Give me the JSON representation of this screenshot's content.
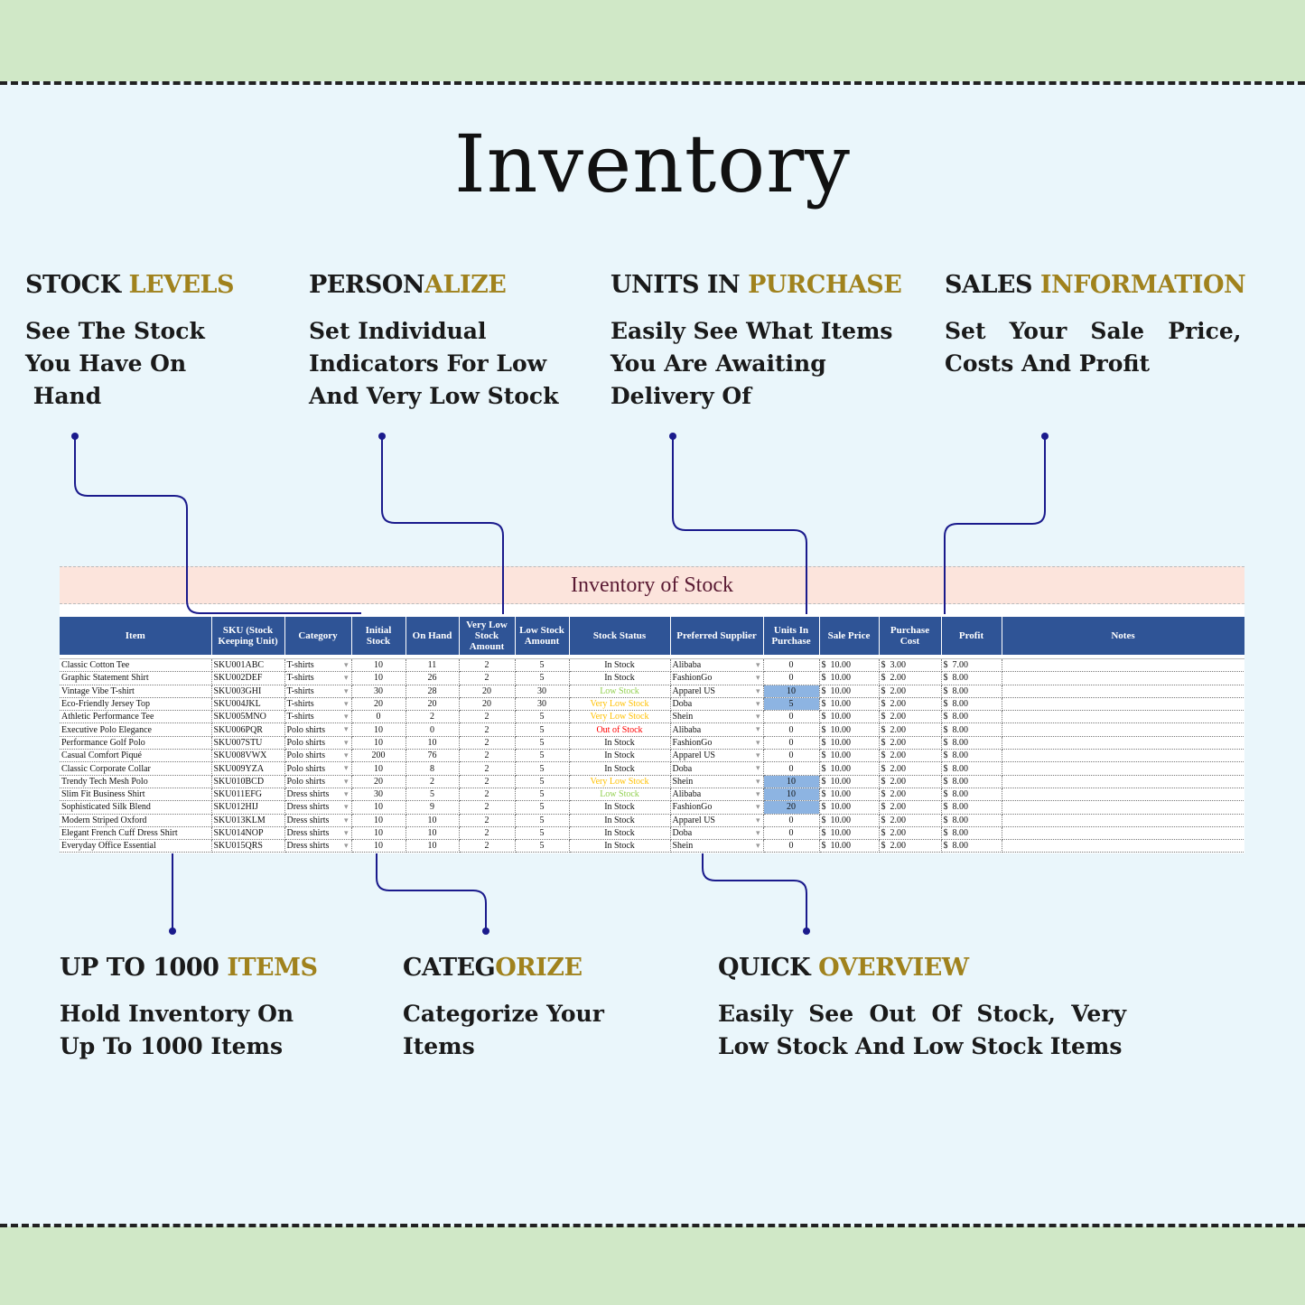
{
  "page": {
    "title": "Inventory"
  },
  "features": {
    "stock_levels": {
      "title_dark": "STOCK ",
      "title_gold": "LEVELS",
      "lines": [
        "See The Stock",
        "You Have On",
        " Hand"
      ]
    },
    "personalize": {
      "title_dark": "PERSON",
      "title_gold": "ALIZE",
      "lines": [
        "Set Individual",
        "Indicators For Low",
        "And Very Low Stock"
      ]
    },
    "units_in_purchase": {
      "title_dark": "UNITS IN ",
      "title_gold": "PURCHASE",
      "lines": [
        "Easily See What Items",
        "You Are Awaiting",
        "Delivery Of"
      ]
    },
    "sales_information": {
      "title_dark": "SALES ",
      "title_gold": "INFORMATION",
      "lines": [
        "Set   Your   Sale   Price,",
        "Costs And Profit"
      ]
    },
    "up_to_1000": {
      "title_dark": "UP TO 1000 ",
      "title_gold": "ITEMS",
      "lines": [
        "Hold Inventory On",
        "Up To 1000 Items"
      ]
    },
    "categorize": {
      "title_dark": "CATEG",
      "title_gold": "ORIZE",
      "lines": [
        "Categorize Your",
        "Items"
      ]
    },
    "quick_overview": {
      "title_dark": "QUICK ",
      "title_gold": "OVERVIEW",
      "lines": [
        "Easily  See  Out  Of  Stock,  Very",
        "Low Stock And Low Stock Items"
      ]
    }
  },
  "sheet": {
    "title": "Inventory of Stock",
    "headers": [
      "Item",
      "SKU (Stock Keeping Unit)",
      "Category",
      "Initial Stock",
      "On Hand",
      "Very Low Stock Amount",
      "Low Stock Amount",
      "Stock Status",
      "Preferred Supplier",
      "Units In Purchase",
      "Sale Price",
      "Purchase Cost",
      "Profit",
      "Notes"
    ],
    "currency": "$",
    "rows": [
      {
        "item": "Classic Cotton Tee",
        "sku": "SKU001ABC",
        "category": "T-shirts",
        "initial": "10",
        "on_hand": "11",
        "very_low": "2",
        "low": "5",
        "status": "In Stock",
        "supplier": "Alibaba",
        "units": "0",
        "sale": "10.00",
        "cost": "3.00",
        "profit": "7.00"
      },
      {
        "item": "Graphic Statement Shirt",
        "sku": "SKU002DEF",
        "category": "T-shirts",
        "initial": "10",
        "on_hand": "26",
        "very_low": "2",
        "low": "5",
        "status": "In Stock",
        "supplier": "FashionGo",
        "units": "0",
        "sale": "10.00",
        "cost": "2.00",
        "profit": "8.00"
      },
      {
        "item": "Vintage Vibe T-shirt",
        "sku": "SKU003GHI",
        "category": "T-shirts",
        "initial": "30",
        "on_hand": "28",
        "very_low": "20",
        "low": "30",
        "status": "Low Stock",
        "supplier": "Apparel US",
        "units": "10",
        "sale": "10.00",
        "cost": "2.00",
        "profit": "8.00"
      },
      {
        "item": "Eco-Friendly Jersey Top",
        "sku": "SKU004JKL",
        "category": "T-shirts",
        "initial": "20",
        "on_hand": "20",
        "very_low": "20",
        "low": "30",
        "status": "Very Low Stock",
        "supplier": "Doba",
        "units": "5",
        "sale": "10.00",
        "cost": "2.00",
        "profit": "8.00"
      },
      {
        "item": "Athletic Performance Tee",
        "sku": "SKU005MNO",
        "category": "T-shirts",
        "initial": "0",
        "on_hand": "2",
        "very_low": "2",
        "low": "5",
        "status": "Very Low Stock",
        "supplier": "Shein",
        "units": "0",
        "sale": "10.00",
        "cost": "2.00",
        "profit": "8.00"
      },
      {
        "item": "Executive Polo Elegance",
        "sku": "SKU006PQR",
        "category": "Polo shirts",
        "initial": "10",
        "on_hand": "0",
        "very_low": "2",
        "low": "5",
        "status": "Out of Stock",
        "supplier": "Alibaba",
        "units": "0",
        "sale": "10.00",
        "cost": "2.00",
        "profit": "8.00"
      },
      {
        "item": "Performance Golf Polo",
        "sku": "SKU007STU",
        "category": "Polo shirts",
        "initial": "10",
        "on_hand": "10",
        "very_low": "2",
        "low": "5",
        "status": "In Stock",
        "supplier": "FashionGo",
        "units": "0",
        "sale": "10.00",
        "cost": "2.00",
        "profit": "8.00"
      },
      {
        "item": "Casual Comfort Piqué",
        "sku": "SKU008VWX",
        "category": "Polo shirts",
        "initial": "200",
        "on_hand": "76",
        "very_low": "2",
        "low": "5",
        "status": "In Stock",
        "supplier": "Apparel US",
        "units": "0",
        "sale": "10.00",
        "cost": "2.00",
        "profit": "8.00"
      },
      {
        "item": "Classic Corporate Collar",
        "sku": "SKU009YZA",
        "category": "Polo shirts",
        "initial": "10",
        "on_hand": "8",
        "very_low": "2",
        "low": "5",
        "status": "In Stock",
        "supplier": "Doba",
        "units": "0",
        "sale": "10.00",
        "cost": "2.00",
        "profit": "8.00"
      },
      {
        "item": "Trendy Tech Mesh Polo",
        "sku": "SKU010BCD",
        "category": "Polo shirts",
        "initial": "20",
        "on_hand": "2",
        "very_low": "2",
        "low": "5",
        "status": "Very Low Stock",
        "supplier": "Shein",
        "units": "10",
        "sale": "10.00",
        "cost": "2.00",
        "profit": "8.00"
      },
      {
        "item": "Slim Fit Business Shirt",
        "sku": "SKU011EFG",
        "category": "Dress shirts",
        "initial": "30",
        "on_hand": "5",
        "very_low": "2",
        "low": "5",
        "status": "Low Stock",
        "supplier": "Alibaba",
        "units": "10",
        "sale": "10.00",
        "cost": "2.00",
        "profit": "8.00"
      },
      {
        "item": "Sophisticated Silk Blend",
        "sku": "SKU012HIJ",
        "category": "Dress shirts",
        "initial": "10",
        "on_hand": "9",
        "very_low": "2",
        "low": "5",
        "status": "In Stock",
        "supplier": "FashionGo",
        "units": "20",
        "sale": "10.00",
        "cost": "2.00",
        "profit": "8.00"
      },
      {
        "item": "Modern Striped Oxford",
        "sku": "SKU013KLM",
        "category": "Dress shirts",
        "initial": "10",
        "on_hand": "10",
        "very_low": "2",
        "low": "5",
        "status": "In Stock",
        "supplier": "Apparel US",
        "units": "0",
        "sale": "10.00",
        "cost": "2.00",
        "profit": "8.00"
      },
      {
        "item": "Elegant French Cuff Dress Shirt",
        "sku": "SKU014NOP",
        "category": "Dress shirts",
        "initial": "10",
        "on_hand": "10",
        "very_low": "2",
        "low": "5",
        "status": "In Stock",
        "supplier": "Doba",
        "units": "0",
        "sale": "10.00",
        "cost": "2.00",
        "profit": "8.00"
      },
      {
        "item": "Everyday Office Essential",
        "sku": "SKU015QRS",
        "category": "Dress shirts",
        "initial": "10",
        "on_hand": "10",
        "very_low": "2",
        "low": "5",
        "status": "In Stock",
        "supplier": "Shein",
        "units": "0",
        "sale": "10.00",
        "cost": "2.00",
        "profit": "8.00"
      }
    ]
  }
}
